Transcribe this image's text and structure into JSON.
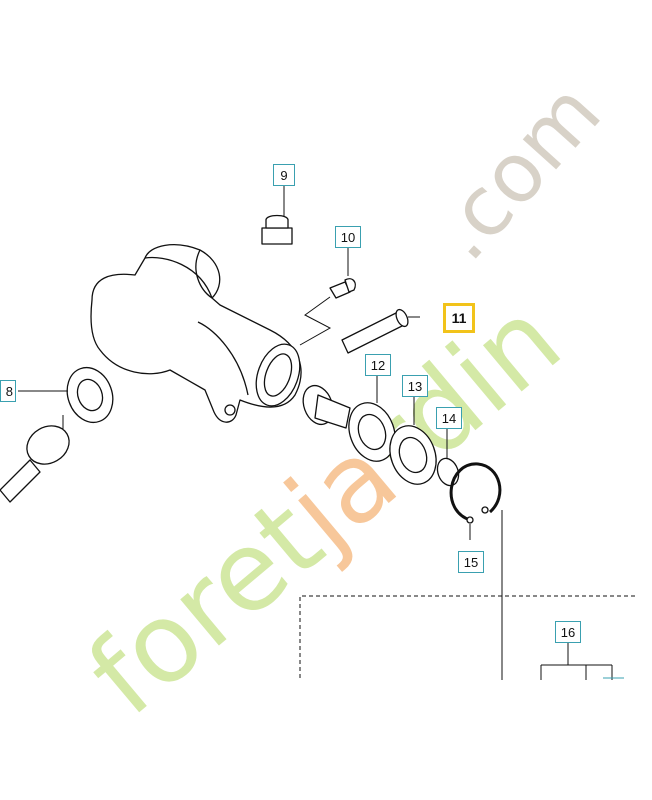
{
  "callouts": [
    {
      "id": "9",
      "highlight": false
    },
    {
      "id": "10",
      "highlight": false
    },
    {
      "id": "11",
      "highlight": true
    },
    {
      "id": "12",
      "highlight": false
    },
    {
      "id": "13",
      "highlight": false
    },
    {
      "id": "14",
      "highlight": false
    },
    {
      "id": "15",
      "highlight": false
    },
    {
      "id": "16",
      "highlight": false
    },
    {
      "id": "8",
      "highlight": false
    }
  ],
  "watermark": {
    "part1": "foret",
    "part2": "ja",
    "part3": "rdin",
    "part4": ".com"
  },
  "colors": {
    "watermark_green": "#d4e9a6",
    "watermark_orange": "#f7c79a",
    "watermark_grey": "#d8d2c8",
    "callout_border": "#3aa0b0",
    "highlight_border": "#f2c31a"
  }
}
